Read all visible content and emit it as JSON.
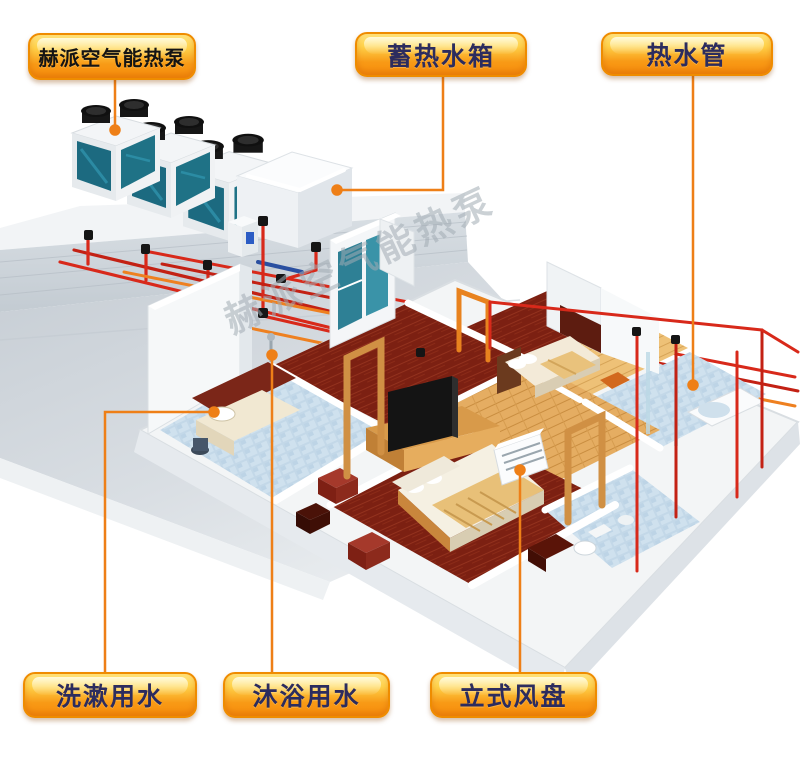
{
  "diagram": {
    "watermark": "赫派空气能热泵",
    "callouts": [
      {
        "id": "heat-pump",
        "label": "赫派空气能热泵"
      },
      {
        "id": "storage-tank",
        "label": "蓄热水箱"
      },
      {
        "id": "hot-water-pipe",
        "label": "热水管"
      },
      {
        "id": "washing-water",
        "label": "洗漱用水"
      },
      {
        "id": "bathing-water",
        "label": "沐浴用水"
      },
      {
        "id": "fan-coil",
        "label": "立式风盘"
      }
    ],
    "colors": {
      "callout_gradient_top": "#ffe27a",
      "callout_gradient_bottom": "#f98f0c",
      "callout_border": "#ef8c00",
      "callout_text_dark": "#2c2c5e",
      "callout_text_black": "#141414",
      "connector_line": "#ee7f17",
      "pipe_hot_red": "#d8291a",
      "pipe_warm_orange": "#ee8020",
      "pipe_cold_blue": "#2a4fa0",
      "watermark_grey": "#a2acb4",
      "roof_grey": "#cdd4da",
      "tile_blue": "#c3d8e8",
      "wood_floor": "#e2a95e",
      "dark_red_floor": "#7c2012"
    }
  }
}
